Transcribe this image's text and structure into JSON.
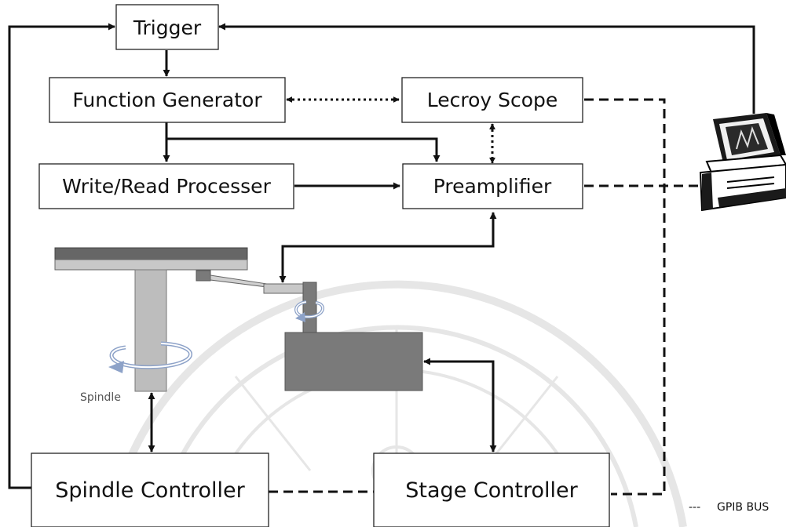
{
  "blocks": {
    "trigger": "Trigger",
    "function_generator": "Function Generator",
    "lecroy_scope": "Lecroy Scope",
    "write_read_processer": "Write/Read Processer",
    "preamplifier": "Preamplifier",
    "spindle_controller": "Spindle Controller",
    "stage_controller": "Stage Controller"
  },
  "labels": {
    "spindle": "Spindle"
  },
  "legend": {
    "symbol": "---",
    "label": "GPIB BUS"
  },
  "colors": {
    "line": "#111111",
    "box_border": "#222222",
    "platter_dark": "#666666",
    "platter_light": "#c8c8c8",
    "spindle_gray": "#bdbdbd",
    "stage_gray": "#7a7a7a",
    "rotation_arrow": "#8da2c8",
    "watermark": "#cfcfcf"
  },
  "icons": {
    "computer": "computer-icon"
  }
}
